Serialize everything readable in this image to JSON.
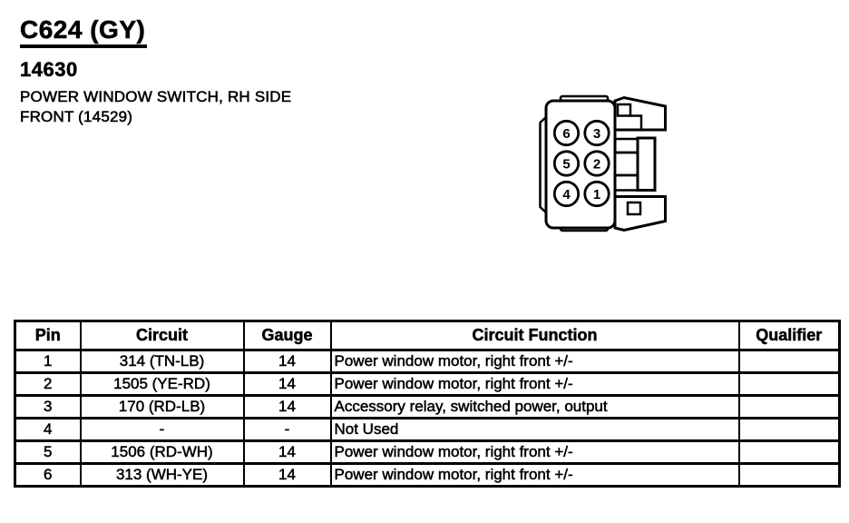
{
  "colors": {
    "ink": "#000000",
    "paper": "#ffffff"
  },
  "header": {
    "connector_id": "C624 (GY)",
    "part_number": "14630",
    "description_line1": "POWER WINDOW SWITCH, RH SIDE",
    "description_line2": "FRONT (14529)"
  },
  "connector_diagram": {
    "description": "6-cavity connector face view, 2 columns x 3 rows",
    "pins": [
      "6",
      "3",
      "5",
      "2",
      "4",
      "1"
    ],
    "pin_grid": [
      [
        "6",
        "3"
      ],
      [
        "5",
        "2"
      ],
      [
        "4",
        "1"
      ]
    ]
  },
  "table": {
    "headers": [
      "Pin",
      "Circuit",
      "Gauge",
      "Circuit Function",
      "Qualifier"
    ],
    "rows": [
      {
        "pin": "1",
        "circuit": "314 (TN-LB)",
        "gauge": "14",
        "function": "Power window motor, right front +/-",
        "qualifier": ""
      },
      {
        "pin": "2",
        "circuit": "1505 (YE-RD)",
        "gauge": "14",
        "function": "Power window motor, right front +/-",
        "qualifier": ""
      },
      {
        "pin": "3",
        "circuit": "170 (RD-LB)",
        "gauge": "14",
        "function": "Accessory relay, switched power, output",
        "qualifier": ""
      },
      {
        "pin": "4",
        "circuit": "-",
        "gauge": "-",
        "function": "Not Used",
        "qualifier": ""
      },
      {
        "pin": "5",
        "circuit": "1506 (RD-WH)",
        "gauge": "14",
        "function": "Power window motor, right front +/-",
        "qualifier": ""
      },
      {
        "pin": "6",
        "circuit": "313 (WH-YE)",
        "gauge": "14",
        "function": "Power window motor, right front +/-",
        "qualifier": ""
      }
    ]
  }
}
